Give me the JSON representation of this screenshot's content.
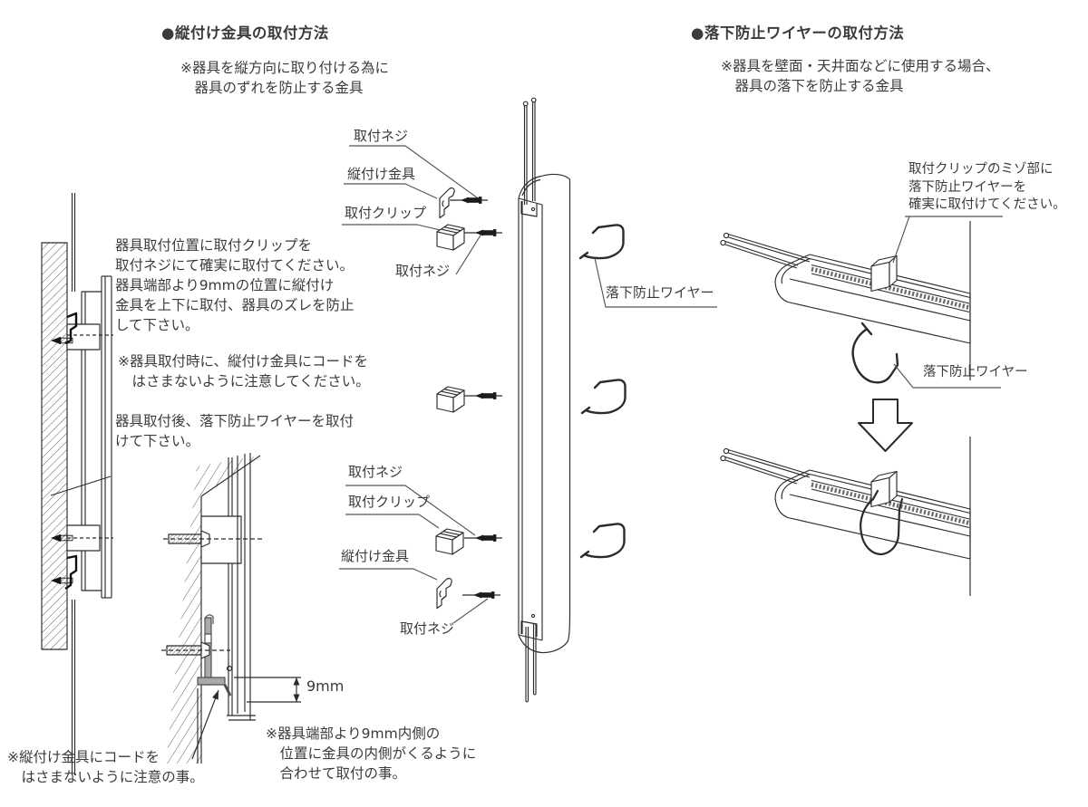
{
  "colors": {
    "background": "#ffffff",
    "line": "#2b2b2b",
    "text": "#3b3b3b"
  },
  "vertical_bracket_section": {
    "title": "●縦付け金具の取付方法",
    "subtitle": "※器具を縦方向に取り付ける為に\n　器具のずれを防止する金具",
    "instruction_1": "器具取付位置に取付クリップを\n取付ネジにて確実に取付てください。\n器具端部より9mmの位置に縦付け\n金具を上下に取付、器具のズレを防止\nして下さい。",
    "instruction_2": "※器具取付時に、縦付け金具にコードを\n　はさまないように注意してください。",
    "instruction_3": "器具取付後、落下防止ワイヤーを取付\nけて下さい。",
    "upper_parts": {
      "screw_top": "取付ネジ",
      "bracket": "縦付け金具",
      "clip": "取付クリップ",
      "screw_bottom": "取付ネジ"
    },
    "lower_parts": {
      "screw_top": "取付ネジ",
      "clip": "取付クリップ",
      "bracket": "縦付け金具",
      "screw_bottom": "取付ネジ"
    },
    "wire_label": "落下防止ワイヤー",
    "dimension": "9mm",
    "note_offset": "※器具端部より9mm内側の\n　位置に金具の内側がくるように\n　合わせて取付の事。",
    "note_cord": "※縦付け金具にコードを\n　はさまないように注意の事。"
  },
  "fall_prevention_section": {
    "title": "●落下防止ワイヤーの取付方法",
    "subtitle": "※器具を壁面・天井面などに使用する場合、\n　器具の落下を防止する金具",
    "clip_note": "取付クリップのミゾ部に\n落下防止ワイヤーを\n確実に取付けてください。",
    "wire_label": "落下防止ワイヤー"
  }
}
